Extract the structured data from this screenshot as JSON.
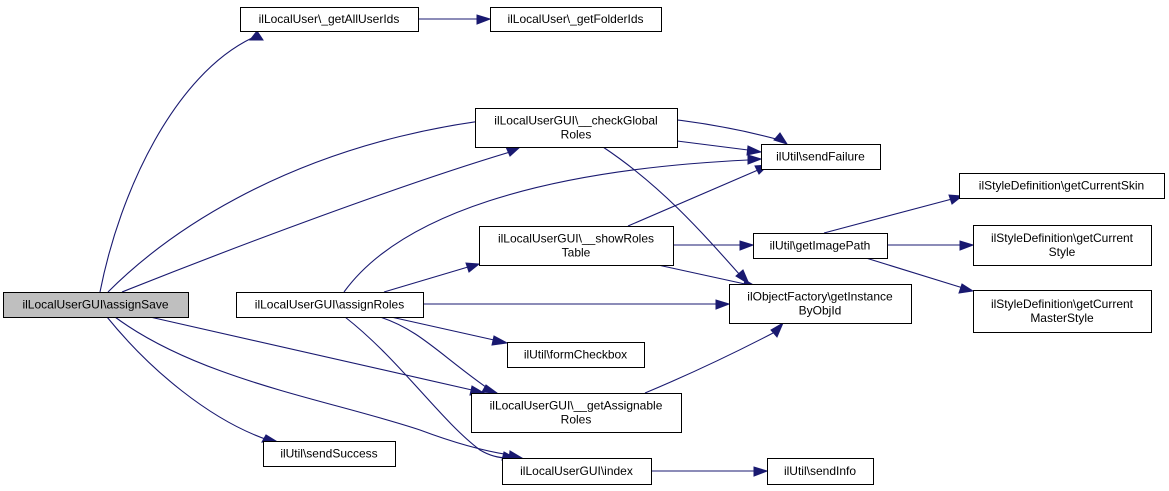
{
  "diagram": {
    "type": "call-graph",
    "colors": {
      "edge": "#191970",
      "root_fill": "#bfbfbf",
      "node_fill": "#ffffff",
      "border": "#000000"
    },
    "nodes": [
      {
        "id": "assignSave",
        "lines": [
          "ilLocalUserGUI\\assignSave"
        ],
        "root": true
      },
      {
        "id": "getAllUserIds",
        "lines": [
          "ilLocalUser\\_getAllUserIds"
        ]
      },
      {
        "id": "getFolderIds",
        "lines": [
          "ilLocalUser\\_getFolderIds"
        ]
      },
      {
        "id": "checkGlobalRoles",
        "lines": [
          "ilLocalUserGUI\\__checkGlobal",
          "Roles"
        ]
      },
      {
        "id": "sendFailure",
        "lines": [
          "ilUtil\\sendFailure"
        ]
      },
      {
        "id": "showRolesTable",
        "lines": [
          "ilLocalUserGUI\\__showRoles",
          "Table"
        ]
      },
      {
        "id": "getImagePath",
        "lines": [
          "ilUtil\\getImagePath"
        ]
      },
      {
        "id": "getCurrentSkin",
        "lines": [
          "ilStyleDefinition\\getCurrentSkin"
        ]
      },
      {
        "id": "getCurrentStyle",
        "lines": [
          "ilStyleDefinition\\getCurrent",
          "Style"
        ]
      },
      {
        "id": "getCurrentMasterStyle",
        "lines": [
          "ilStyleDefinition\\getCurrent",
          "MasterStyle"
        ]
      },
      {
        "id": "assignRoles",
        "lines": [
          "ilLocalUserGUI\\assignRoles"
        ]
      },
      {
        "id": "getInstanceByObjId",
        "lines": [
          "ilObjectFactory\\getInstance",
          "ByObjId"
        ]
      },
      {
        "id": "formCheckbox",
        "lines": [
          "ilUtil\\formCheckbox"
        ]
      },
      {
        "id": "getAssignableRoles",
        "lines": [
          "ilLocalUserGUI\\__getAssignable",
          "Roles"
        ]
      },
      {
        "id": "sendSuccess",
        "lines": [
          "ilUtil\\sendSuccess"
        ]
      },
      {
        "id": "index",
        "lines": [
          "ilLocalUserGUI\\index"
        ]
      },
      {
        "id": "sendInfo",
        "lines": [
          "ilUtil\\sendInfo"
        ]
      }
    ],
    "edges": [
      [
        "assignSave",
        "getAllUserIds"
      ],
      [
        "getAllUserIds",
        "getFolderIds"
      ],
      [
        "assignSave",
        "sendFailure"
      ],
      [
        "assignSave",
        "checkGlobalRoles"
      ],
      [
        "checkGlobalRoles",
        "sendFailure"
      ],
      [
        "checkGlobalRoles",
        "getInstanceByObjId"
      ],
      [
        "assignSave",
        "assignRoles"
      ],
      [
        "assignRoles",
        "sendFailure"
      ],
      [
        "assignRoles",
        "showRolesTable"
      ],
      [
        "showRolesTable",
        "sendFailure"
      ],
      [
        "showRolesTable",
        "getImagePath"
      ],
      [
        "showRolesTable",
        "getInstanceByObjId"
      ],
      [
        "getImagePath",
        "getCurrentSkin"
      ],
      [
        "getImagePath",
        "getCurrentStyle"
      ],
      [
        "getImagePath",
        "getCurrentMasterStyle"
      ],
      [
        "assignRoles",
        "getInstanceByObjId"
      ],
      [
        "assignRoles",
        "formCheckbox"
      ],
      [
        "assignRoles",
        "getAssignableRoles"
      ],
      [
        "assignRoles",
        "index"
      ],
      [
        "assignSave",
        "getAssignableRoles"
      ],
      [
        "getAssignableRoles",
        "getInstanceByObjId"
      ],
      [
        "assignSave",
        "sendSuccess"
      ],
      [
        "assignSave",
        "index"
      ],
      [
        "index",
        "sendInfo"
      ]
    ]
  }
}
